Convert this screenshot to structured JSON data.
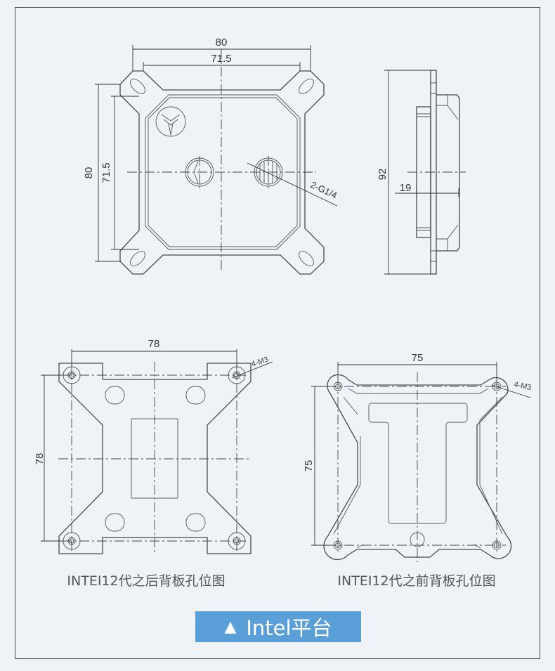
{
  "top_view": {
    "width_outer": "80",
    "width_inner": "71.5",
    "height_outer": "80",
    "height_inner": "71.5",
    "port_label": "2-G1/4"
  },
  "side_view": {
    "height": "92",
    "depth": "19"
  },
  "backplate_after_12": {
    "width": "78",
    "height": "78",
    "hole_label": "4-M3",
    "caption": "INTEI12代之后背板孔位图"
  },
  "backplate_before_12": {
    "width": "75",
    "height": "75",
    "hole_label": "4-M3",
    "caption": "INTEI12代之前背板孔位图"
  },
  "platform_badge": {
    "icon": "triangle-up-icon",
    "label": "Intel平台",
    "color": "#5b9fd8"
  }
}
